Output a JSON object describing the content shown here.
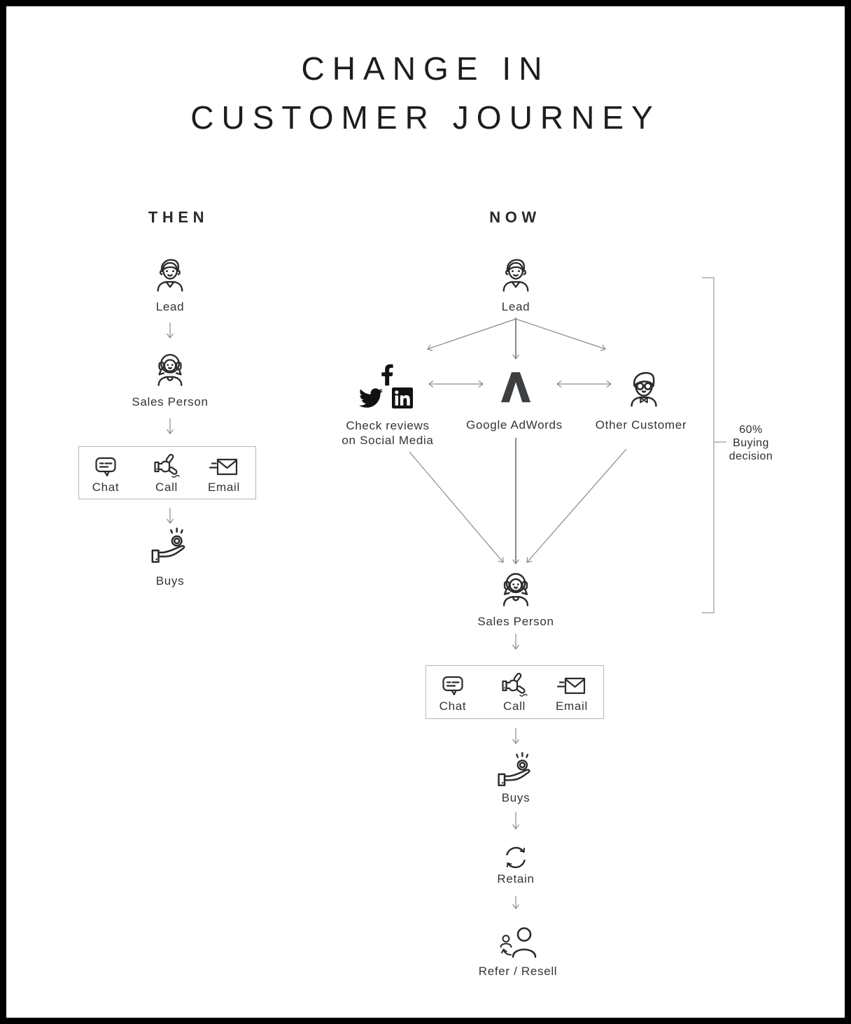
{
  "title": {
    "line1": "CHANGE IN",
    "line2": "CUSTOMER JOURNEY"
  },
  "columns": {
    "then": {
      "heading": "THEN",
      "lead_label": "Lead",
      "sales_person_label": "Sales Person",
      "contact_box": {
        "chat_label": "Chat",
        "call_label": "Call",
        "email_label": "Email"
      },
      "buys_label": "Buys"
    },
    "now": {
      "heading": "NOW",
      "lead_label": "Lead",
      "channels": {
        "social": {
          "line1": "Check reviews",
          "line2": "on Social Media",
          "icons": [
            "twitter-icon",
            "facebook-icon",
            "linkedin-icon"
          ]
        },
        "adwords": {
          "label": "Google AdWords",
          "icon": "google-adwords-a-icon"
        },
        "other_customer": {
          "label": "Other Customer",
          "icon": "person-glasses-bowtie-icon"
        }
      },
      "sales_person_label": "Sales Person",
      "contact_box": {
        "chat_label": "Chat",
        "call_label": "Call",
        "email_label": "Email"
      },
      "buys_label": "Buys",
      "retain_label": "Retain",
      "refer_label": "Refer / Resell"
    }
  },
  "annotation": {
    "line1": "60%",
    "line2": "Buying",
    "line3": "decision"
  },
  "icons": {
    "lead": "person-male-bust",
    "sales_person": "person-female-headset",
    "chat": "speech-bubble",
    "call": "hand-holding-phone",
    "email": "envelope-speedlines",
    "buys": "hand-catching-coin",
    "retain": "sync-circular-arrows",
    "refer": "two-people-arrow"
  },
  "colors": {
    "ink": "#2b2b2b",
    "title_ink": "#1d1d1d",
    "arrow": "#8a8a8a",
    "bracket": "#9a9a9a",
    "box_border": "#b5b5b5",
    "adwords_logo": "#3c4043",
    "social_icon": "#111111",
    "frame": "#000000",
    "background": "#ffffff"
  }
}
